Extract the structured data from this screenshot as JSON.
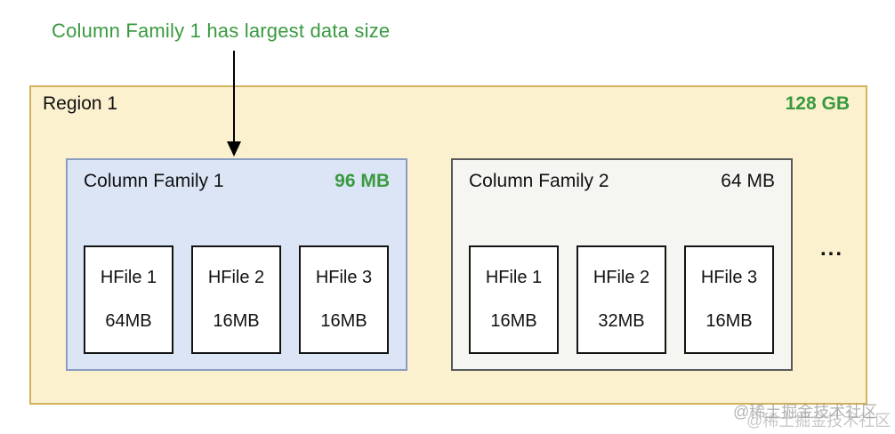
{
  "colors": {
    "green": "#3a9a40",
    "region_bg": "#fbf1cf",
    "region_border": "#d2b25c",
    "cf1_bg": "#dbe5f6",
    "cf1_border": "#8a9cc2",
    "cf2_bg": "#f5f5f2",
    "cf2_border": "#58595b",
    "watermark": "#9a9a9a"
  },
  "annotation": {
    "text": "Column Family 1 has largest data size"
  },
  "region": {
    "label": "Region 1",
    "size": "128 GB",
    "ellipsis": "...",
    "families": [
      {
        "label": "Column Family 1",
        "size": "96 MB",
        "hfiles": [
          {
            "name": "HFile 1",
            "size": "64MB"
          },
          {
            "name": "HFile 2",
            "size": "16MB"
          },
          {
            "name": "HFile 3",
            "size": "16MB"
          }
        ]
      },
      {
        "label": "Column Family 2",
        "size": "64 MB",
        "hfiles": [
          {
            "name": "HFile 1",
            "size": "16MB"
          },
          {
            "name": "HFile 2",
            "size": "32MB"
          },
          {
            "name": "HFile 3",
            "size": "16MB"
          }
        ]
      }
    ]
  },
  "watermark": {
    "text": "@稀土掘金技术社区"
  }
}
